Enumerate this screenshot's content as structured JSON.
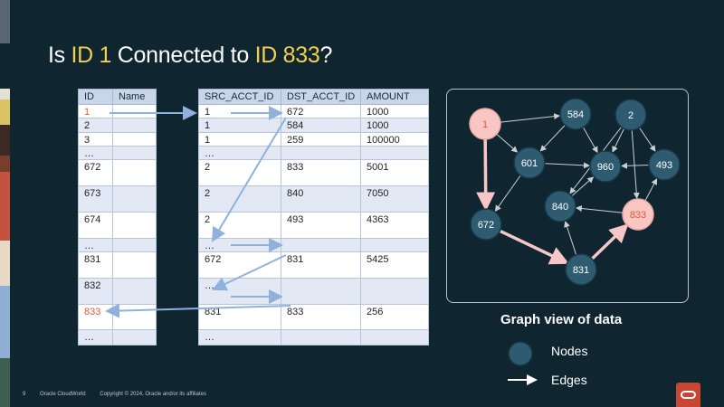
{
  "slide": {
    "title_parts": [
      "Is ",
      "ID 1",
      " Connected to ",
      "ID 833",
      "?"
    ],
    "page_number": "9",
    "event": "Oracle CloudWorld",
    "copyright": "Copyright © 2024, Oracle and/or its affiliates"
  },
  "accounts_table": {
    "headers": [
      "ID",
      "Name"
    ],
    "rows": [
      {
        "id": "1",
        "name": "",
        "highlight": true
      },
      {
        "id": "2",
        "name": ""
      },
      {
        "id": "3",
        "name": ""
      },
      {
        "id": "…",
        "name": ""
      },
      {
        "id": "672",
        "name": ""
      },
      {
        "id": "673",
        "name": ""
      },
      {
        "id": "674",
        "name": ""
      },
      {
        "id": "…",
        "name": ""
      },
      {
        "id": "831",
        "name": ""
      },
      {
        "id": "832",
        "name": ""
      },
      {
        "id": "833",
        "name": "",
        "highlight": true
      },
      {
        "id": "…",
        "name": ""
      }
    ]
  },
  "transfers_table": {
    "headers": [
      "SRC_ACCT_ID",
      "DST_ACCT_ID",
      "AMOUNT"
    ],
    "rows": [
      [
        "1",
        "672",
        "1000"
      ],
      [
        "1",
        "584",
        "1000"
      ],
      [
        "1",
        "259",
        "100000"
      ],
      [
        "…",
        "",
        ""
      ],
      [
        "2",
        "833",
        "5001"
      ],
      [
        "2",
        "840",
        "7050"
      ],
      [
        "2",
        "493",
        "4363"
      ],
      [
        "…",
        "",
        ""
      ],
      [
        "672",
        "831",
        "5425"
      ],
      [
        "…",
        "",
        ""
      ],
      [
        "831",
        "833",
        "256"
      ],
      [
        "…",
        "",
        ""
      ]
    ]
  },
  "graph": {
    "caption": "Graph view of data",
    "nodes": [
      "1",
      "584",
      "2",
      "601",
      "960",
      "493",
      "840",
      "833",
      "672",
      "831"
    ],
    "highlighted_nodes": [
      "1",
      "833"
    ],
    "edges": [
      [
        "1",
        "584"
      ],
      [
        "1",
        "601"
      ],
      [
        "1",
        "672"
      ],
      [
        "584",
        "601"
      ],
      [
        "584",
        "960"
      ],
      [
        "2",
        "960"
      ],
      [
        "2",
        "493"
      ],
      [
        "2",
        "833"
      ],
      [
        "2",
        "840"
      ],
      [
        "601",
        "960"
      ],
      [
        "601",
        "672"
      ],
      [
        "493",
        "960"
      ],
      [
        "840",
        "960"
      ],
      [
        "833",
        "840"
      ],
      [
        "833",
        "493"
      ],
      [
        "672",
        "831"
      ],
      [
        "831",
        "833"
      ],
      [
        "831",
        "840"
      ]
    ],
    "path_edges": [
      [
        "1",
        "672"
      ],
      [
        "672",
        "831"
      ],
      [
        "831",
        "833"
      ]
    ]
  },
  "legend": {
    "node_label": "Nodes",
    "edge_label": "Edges"
  },
  "colors": {
    "background": "#0f2530",
    "title_highlight": "#f2cf4f",
    "node_fill": "#2e5b6f",
    "node_highlight_fill": "#f8c6c3",
    "node_highlight_text": "#e05a3c",
    "path_edge": "#f7c6c8",
    "normal_edge": "#c9d0d4",
    "lookup_arrow": "#8fb1dc",
    "oracle_red": "#c74634"
  }
}
